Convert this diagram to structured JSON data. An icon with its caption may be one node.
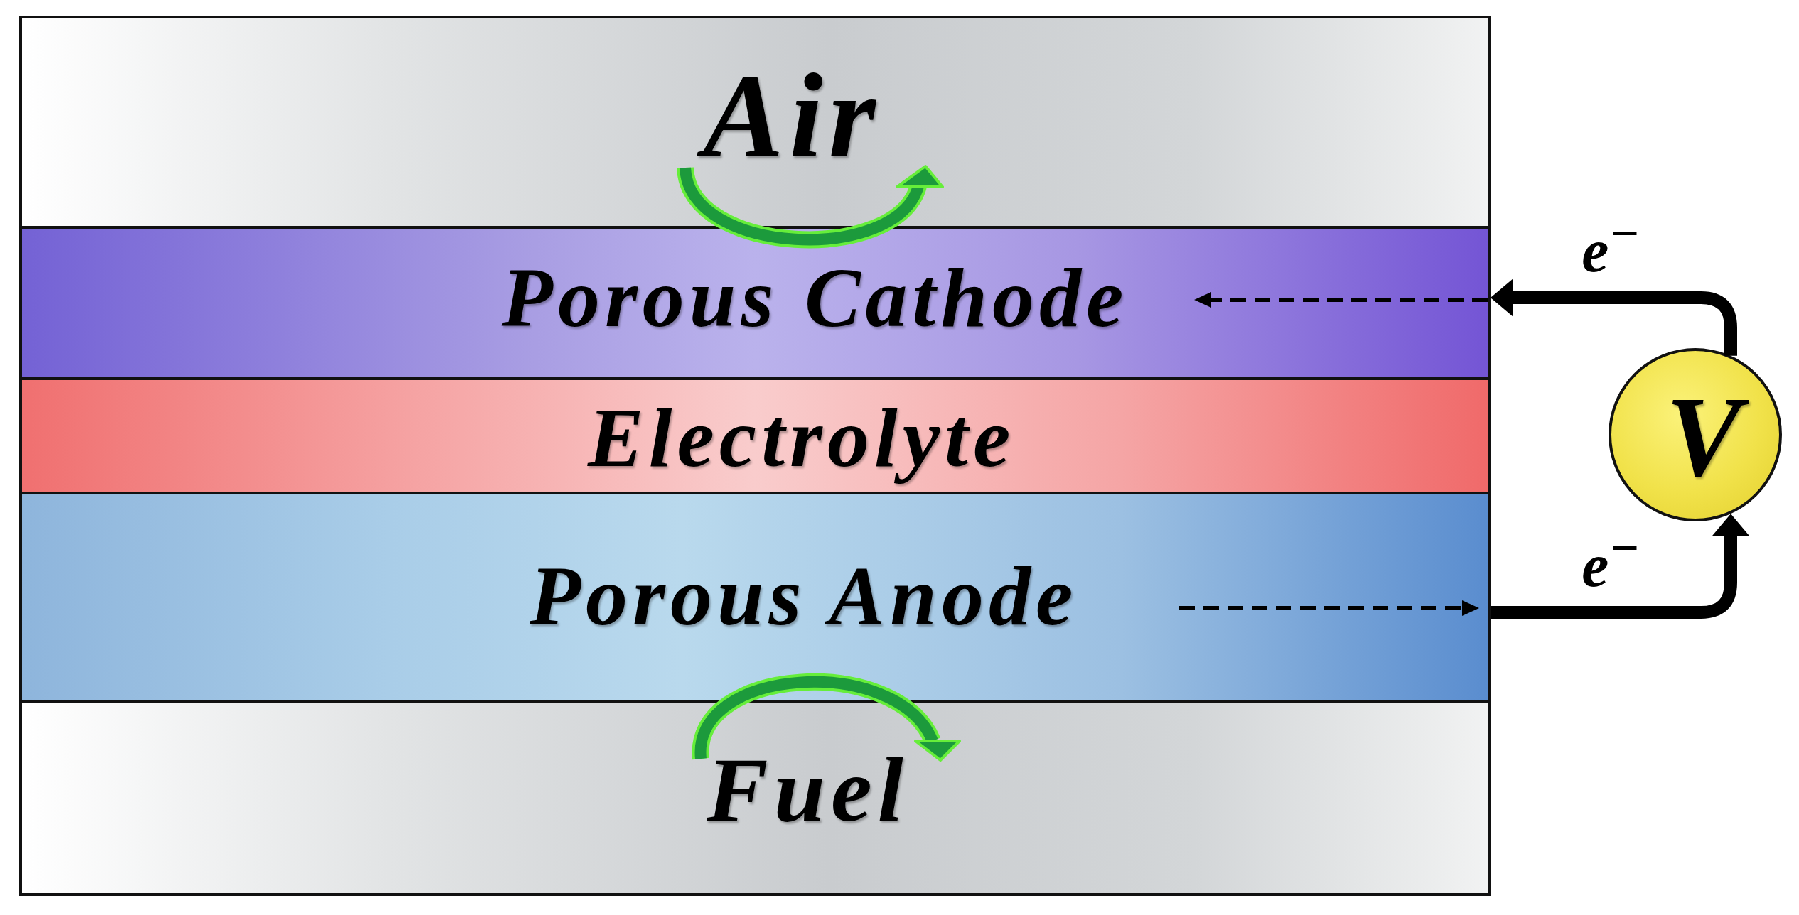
{
  "diagram": {
    "nodes": [
      {
        "text": [
          "Air"
        ]
      },
      {
        "text": [
          "Porous Cathode"
        ]
      },
      {
        "text": [
          "Electrolyte"
        ]
      },
      {
        "text": [
          "Porous Anode"
        ]
      },
      {
        "text": [
          "Fuel"
        ]
      },
      {
        "text": [
          "V"
        ]
      }
    ],
    "edges": [
      {
        "from": 3,
        "to": 5,
        "arrow": "to",
        "label": "e$^{−}$"
      },
      {
        "from": 5,
        "to": 1,
        "arrow": "to",
        "label": "e$^{−}$"
      }
    ]
  }
}
